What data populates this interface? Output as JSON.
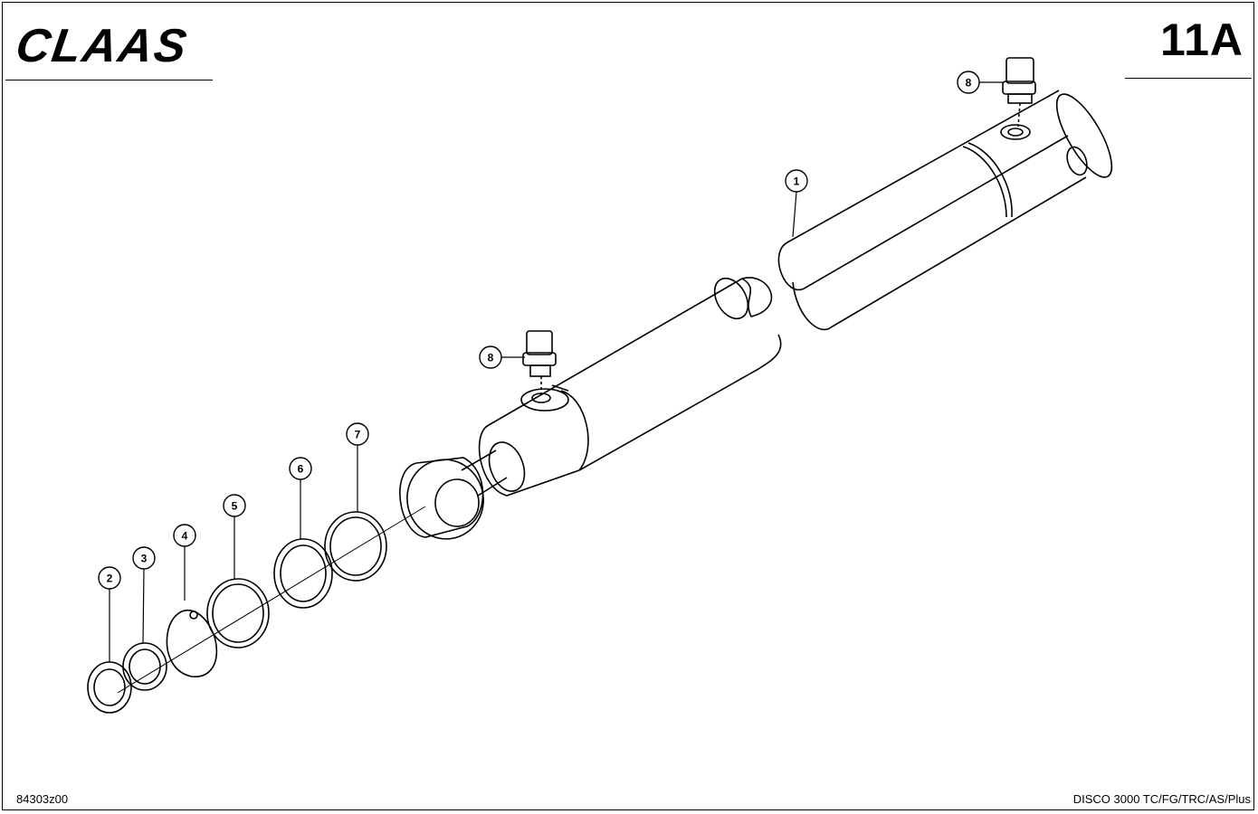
{
  "header": {
    "brand": "CLAAS",
    "page_number": "11A"
  },
  "footer": {
    "drawing_number": "84303z00",
    "model": "DISCO 3000 TC/FG/TRC/AS/Plus"
  },
  "callouts": [
    "1",
    "8",
    "8",
    "7",
    "6",
    "5",
    "4",
    "3",
    "2"
  ]
}
